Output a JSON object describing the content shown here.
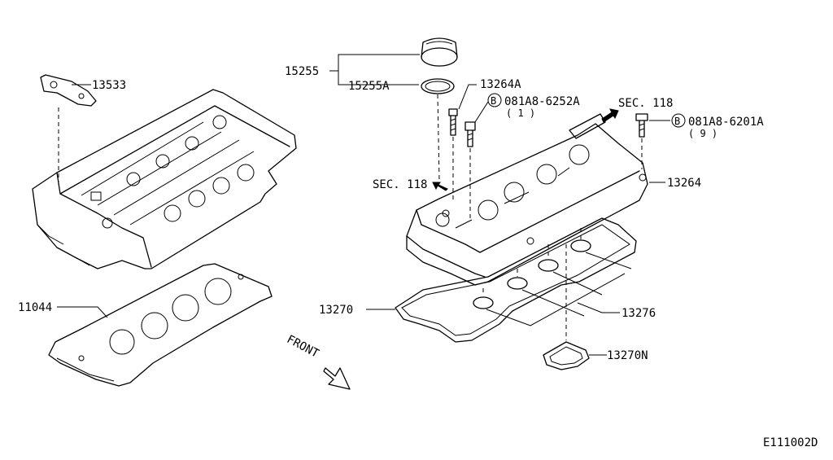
{
  "labels": {
    "cylinder_head_bracket": "13533",
    "head_gasket": "11044",
    "oil_filler_cap": "15255",
    "oil_filler_gasket": "15255A",
    "bolt_short": "13264A",
    "bolt_ref_a": "081A8-6252A",
    "bolt_ref_a_qty": "( 1 )",
    "sec_upper": "SEC. 118",
    "sec_lower": "SEC. 118",
    "bolt_ref_b": "081A8-6201A",
    "bolt_ref_b_qty": "( 9 )",
    "rocker_cover": "13264",
    "rocker_cover_gasket": "13270",
    "spark_plug_seal": "13276",
    "gasket_small": "13270N",
    "bolt_circle_letter": "B",
    "front": "FRONT",
    "diagram_id": "E111002D"
  },
  "colors": {
    "line": "#000000",
    "background": "#ffffff"
  }
}
